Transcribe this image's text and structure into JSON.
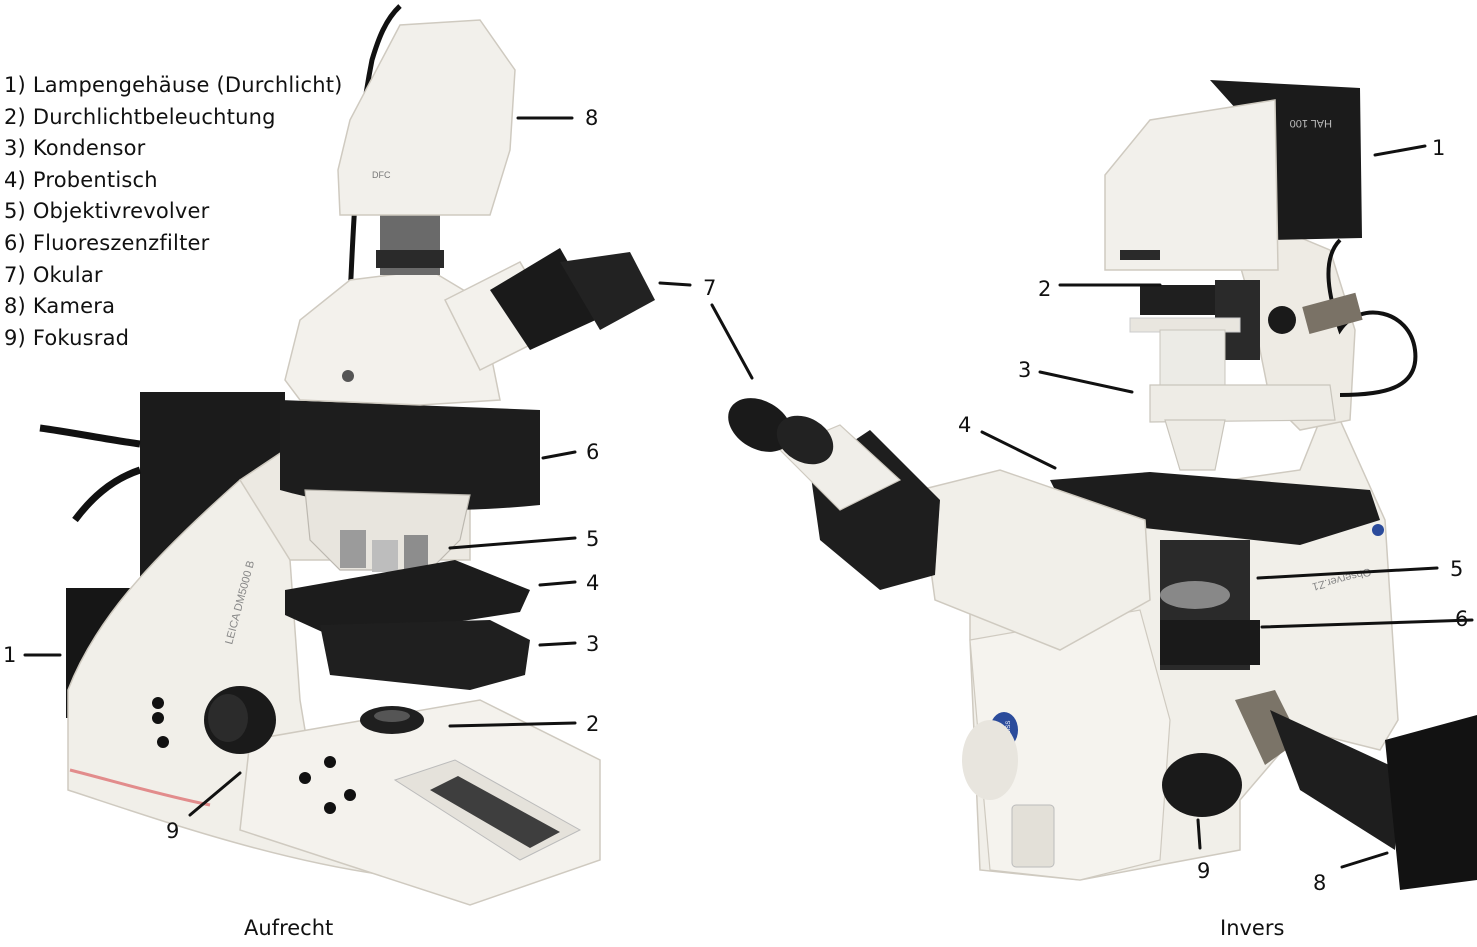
{
  "legend": [
    "1) Lampengehäuse (Durchlicht)",
    "2) Durchlichtbeleuchtung",
    "3) Kondensor",
    "4) Probentisch",
    "5) Objektivrevolver",
    "6) Fluoreszenzfilter",
    "7) Okular",
    "8) Kamera",
    "9) Fokusrad"
  ],
  "captions": {
    "left": "Aufrecht",
    "right": "Invers"
  },
  "callouts": {
    "upright": [
      "8",
      "7",
      "6",
      "5",
      "4",
      "3",
      "2",
      "1",
      "9"
    ],
    "inverted": [
      "1",
      "2",
      "3",
      "4",
      "5",
      "6",
      "9",
      "8"
    ]
  },
  "device_labels": {
    "leica_model": "LEICA DM5000 B",
    "leica_camera": "DFC",
    "zeiss_model": "Observer.Z1",
    "zeiss_lamp": "HAL 100",
    "zeiss_logo": "ZEISS"
  },
  "colors": {
    "body": "#f1efe9",
    "dark": "#1a1a1a",
    "text": "#111111",
    "background": "#ffffff"
  }
}
